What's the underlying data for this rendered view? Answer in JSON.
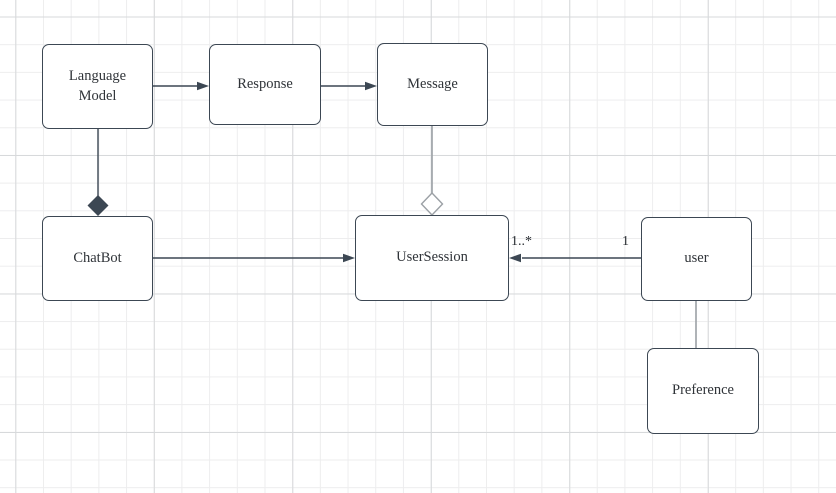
{
  "diagram": {
    "nodes": [
      {
        "id": "language-model",
        "label": "Language Model"
      },
      {
        "id": "response",
        "label": "Response"
      },
      {
        "id": "message",
        "label": "Message"
      },
      {
        "id": "chatbot",
        "label": "ChatBot"
      },
      {
        "id": "user-session",
        "label": "UserSession"
      },
      {
        "id": "user",
        "label": "user"
      },
      {
        "id": "preference",
        "label": "Preference"
      }
    ],
    "edges": [
      {
        "from": "language-model",
        "to": "response",
        "type": "directed-arrow"
      },
      {
        "from": "response",
        "to": "message",
        "type": "directed-arrow"
      },
      {
        "from": "language-model",
        "to": "chatbot",
        "type": "composition",
        "diamond_at": "chatbot",
        "diamond_style": "filled"
      },
      {
        "from": "message",
        "to": "user-session",
        "type": "aggregation",
        "diamond_at": "user-session",
        "diamond_style": "hollow"
      },
      {
        "from": "chatbot",
        "to": "user-session",
        "type": "directed-arrow"
      },
      {
        "from": "user",
        "to": "user-session",
        "type": "directed-arrow",
        "source_multiplicity": "1",
        "target_multiplicity": "1..*"
      },
      {
        "from": "user",
        "to": "preference",
        "type": "plain-line"
      }
    ],
    "colors": {
      "canvas_background": "#ffffff",
      "grid_minor": "#ededee",
      "grid_major": "#d7d9db",
      "node_fill": "#ffffff",
      "node_border": "#3c4753",
      "edge_dark": "#3c4753",
      "edge_light": "#9ba0a5",
      "text": "#2f3338"
    }
  }
}
